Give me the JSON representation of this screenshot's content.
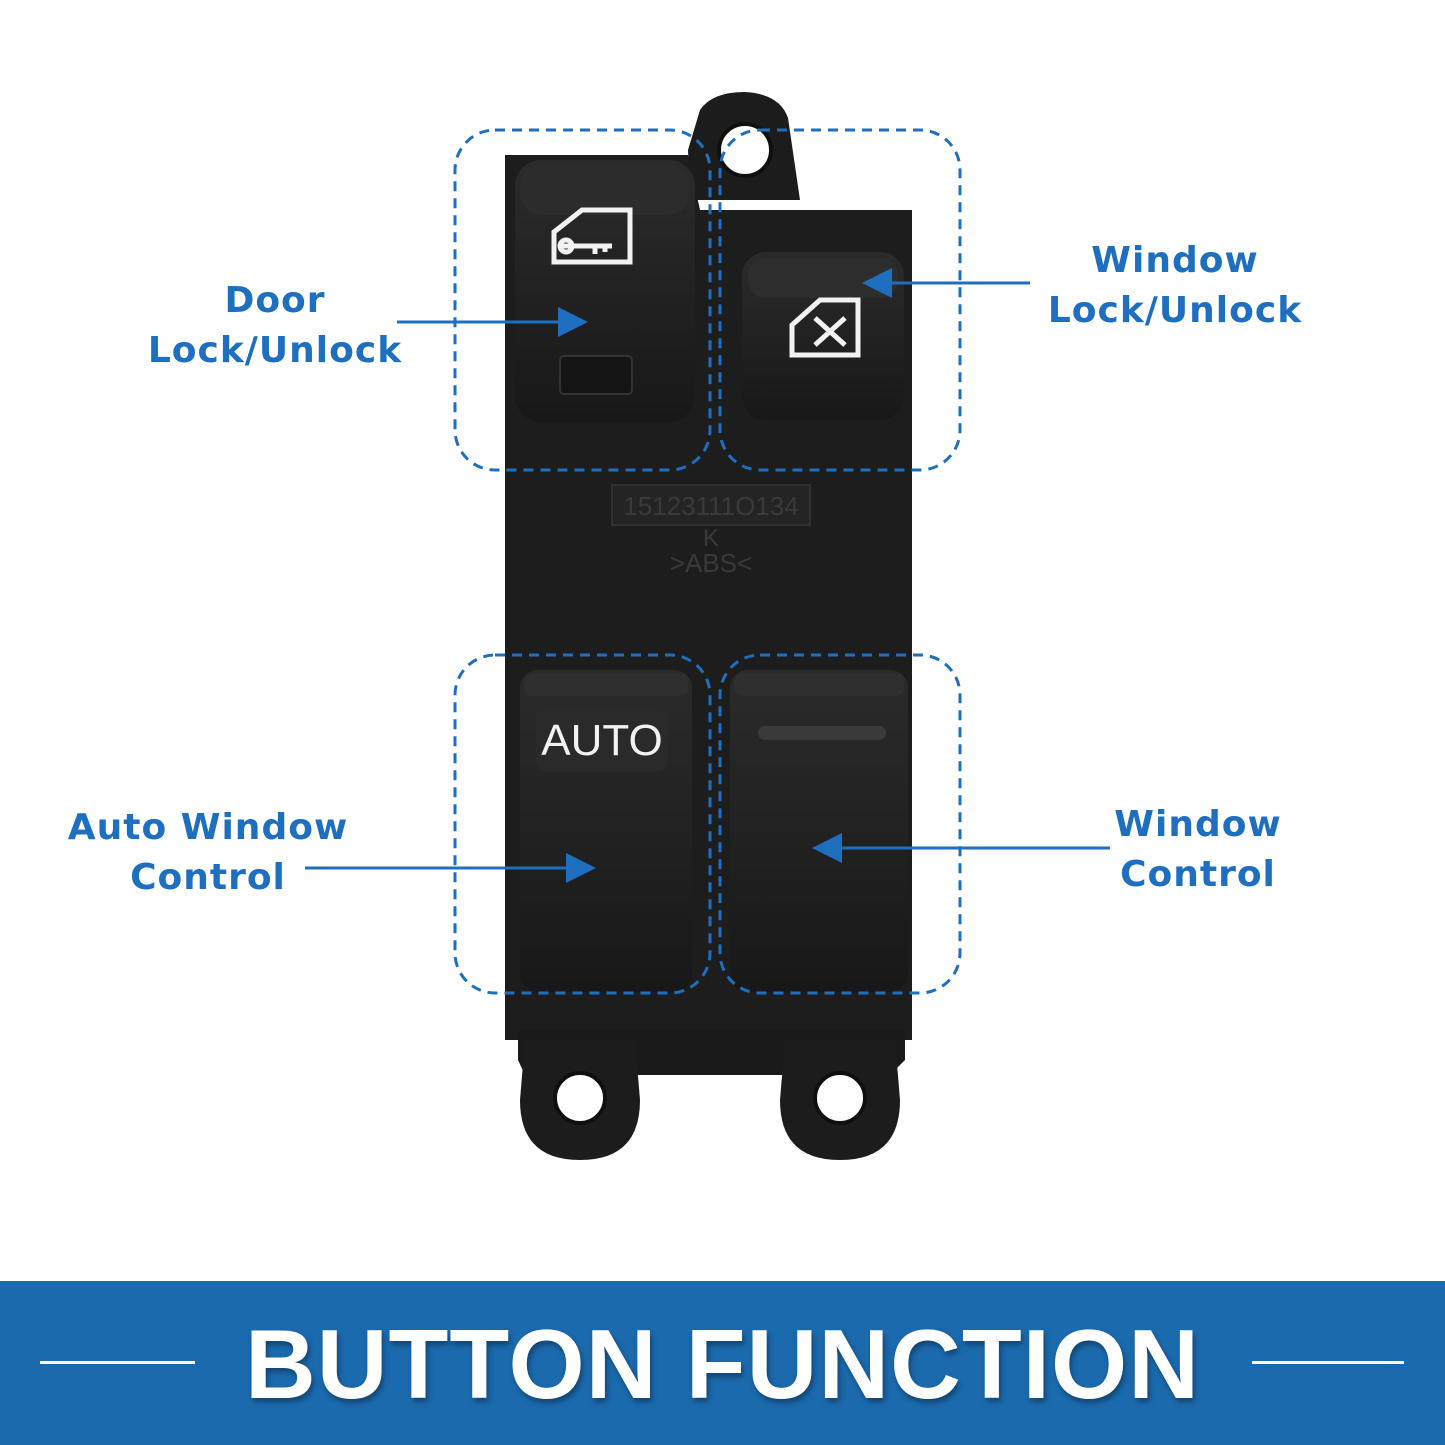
{
  "labels": {
    "door_lock": {
      "line1": "Door",
      "line2": "Lock/Unlock"
    },
    "window_lock": {
      "line1": "Window",
      "line2": "Lock/Unlock"
    },
    "auto_window": {
      "line1": "Auto Window",
      "line2": "Control"
    },
    "window_control": {
      "line1": "Window",
      "line2": "Control"
    }
  },
  "switch_markings": {
    "part_number": "15123111O134",
    "mark_k": "K",
    "material": ">ABS<",
    "auto_button": "AUTO"
  },
  "banner": {
    "title": "BUTTON FUNCTION"
  },
  "colors": {
    "accent_blue": "#1e6fc0",
    "banner_blue": "#1b6aae",
    "switch_body": "#1c1c1c"
  },
  "icons": {
    "door_button": "door-key-icon",
    "window_lock_button": "window-lock-x-icon"
  }
}
